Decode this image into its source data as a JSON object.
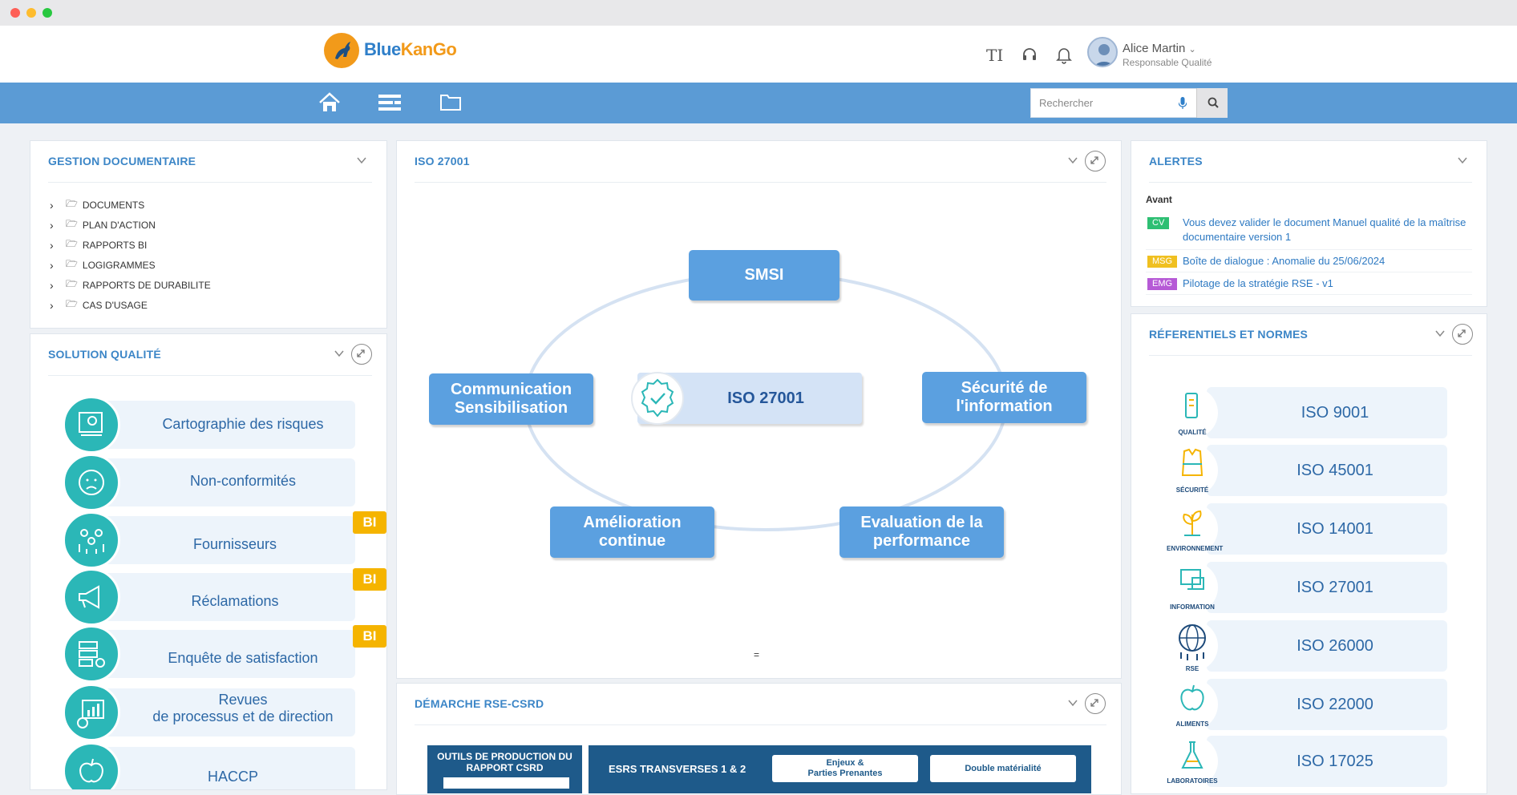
{
  "brand": {
    "part1": "Blue",
    "part2": "KanGo"
  },
  "user": {
    "name": "Alice Martin",
    "role": "Responsable Qualité"
  },
  "toolbar": {
    "text_size_icon": "TI"
  },
  "search": {
    "placeholder": "Rechercher"
  },
  "gestion": {
    "title": "GESTION DOCUMENTAIRE",
    "items": [
      "DOCUMENTS",
      "PLAN D'ACTION",
      "RAPPORTS BI",
      "LOGIGRAMMES",
      "RAPPORTS DE DURABILITE",
      "CAS D'USAGE"
    ]
  },
  "solution": {
    "title": "SOLUTION QUALITÉ",
    "bi_label": "BI",
    "items": [
      {
        "label": "Cartographie des risques"
      },
      {
        "label": "Non-conformités"
      },
      {
        "label": "Fournisseurs"
      },
      {
        "label": "Réclamations"
      },
      {
        "label": "Enquête de satisfaction"
      },
      {
        "label_line1": "Revues",
        "label_line2": "de processus et de direction"
      },
      {
        "label": "HACCP"
      }
    ]
  },
  "iso": {
    "title": "ISO 27001",
    "center": "ISO 27001",
    "smsi": "SMSI",
    "left_line1": "Communication",
    "left_line2": "Sensibilisation",
    "right_line1": "Sécurité de",
    "right_line2": "l'information",
    "bl_line1": "Amélioration",
    "bl_line2": "continue",
    "br_line1": "Evaluation de la",
    "br_line2": "performance",
    "marker": "="
  },
  "rse": {
    "title": "DÉMARCHE RSE-CSRD",
    "outils_line1": "OUTILS DE PRODUCTION DU",
    "outils_line2": "RAPPORT CSRD",
    "esrs": "ESRS TRANSVERSES 1 & 2",
    "enjeux_line1": "Enjeux &",
    "enjeux_line2": "Parties Prenantes",
    "double": "Double matérialité"
  },
  "alertes": {
    "title": "ALERTES",
    "subheading": "Avant",
    "items": [
      {
        "tag": "CV",
        "color": "#2ebf73",
        "text_line1": "Vous devez valider le document Manuel qualité de la maîtrise",
        "text_line2": "documentaire version 1"
      },
      {
        "tag": "MSG",
        "color": "#f0c020",
        "text_line1": "Boîte de dialogue : Anomalie du 25/06/2024"
      },
      {
        "tag": "EMG",
        "color": "#b65ad6",
        "text_line1": "Pilotage de la stratégie RSE - v1"
      }
    ]
  },
  "referentiels": {
    "title": "RÉFERENTIELS ET NORMES",
    "items": [
      {
        "label": "ISO 9001",
        "caption": "QUALITÉ"
      },
      {
        "label": "ISO 45001",
        "caption": "SÉCURITÉ"
      },
      {
        "label": "ISO 14001",
        "caption": "ENVIRONNEMENT"
      },
      {
        "label": "ISO 27001",
        "caption": "INFORMATION"
      },
      {
        "label": "ISO 26000",
        "caption": "RSE"
      },
      {
        "label": "ISO 22000",
        "caption": "ALIMENTS"
      },
      {
        "label": "ISO 17025",
        "caption": "LABORATOIRES"
      }
    ]
  }
}
